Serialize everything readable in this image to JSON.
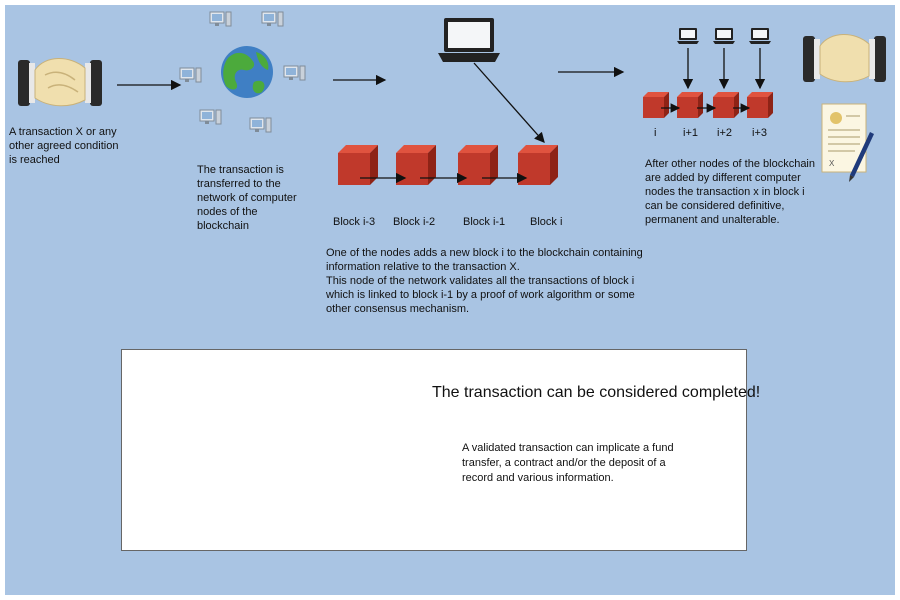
{
  "step1": {
    "text": "A transaction X or any other agreed condition is reached",
    "icon": "handshake-icon"
  },
  "step2": {
    "text": "The transaction is transferred to the network of computer nodes of the blockchain",
    "icon": "globe-network-icon"
  },
  "step3": {
    "blocks": [
      "Block i-3",
      "Block i-2",
      "Block i-1",
      "Block i"
    ],
    "text_line1": "One of the nodes adds a new  block i to the blockchain containing",
    "text_line2": "information relative to the transaction X.",
    "text_line3": "This node of the network validates all the transactions of block i",
    "text_line4": "which is linked to block i-1 by a proof of work algorithm or some",
    "text_line5": "other consensus mechanism.",
    "icon": "laptop-icon"
  },
  "step4": {
    "blocks": [
      "i",
      "i+1",
      "i+2",
      "i+3"
    ],
    "text": "After other nodes of the blockchain are added by different computer nodes the transaction x in block i can be considered definitive, permanent and unalterable."
  },
  "completion": {
    "title": "The transaction can be considered  completed!",
    "text": "A validated transaction can implicate a fund transfer, a contract and/or the deposit of a record and various information."
  },
  "colors": {
    "background": "#a9c4e3",
    "block_front": "#c0392b",
    "block_top": "#e0533f",
    "block_side": "#8e2316"
  }
}
